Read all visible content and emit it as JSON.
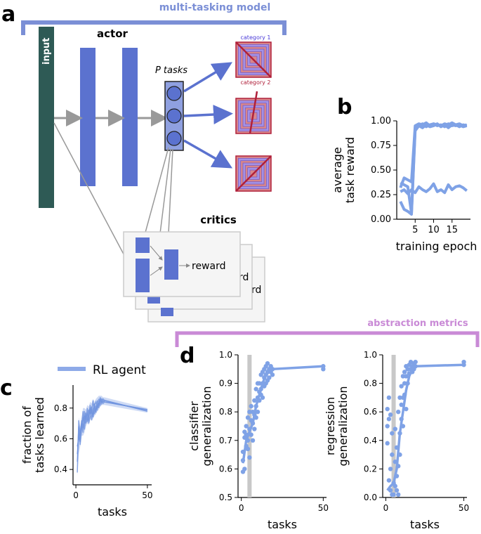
{
  "panel_labels": {
    "a": "a",
    "b": "b",
    "c": "c",
    "d": "d"
  },
  "schematic": {
    "bracket_title": "multi-tasking model",
    "input_label": "input",
    "actor_label": "actor",
    "tasks_label": "P tasks",
    "category1": "category 1",
    "category2": "category 2",
    "critics_label": "critics",
    "reward_label": "reward",
    "reward_shadow_1": "rd",
    "reward_shadow_2": "rd",
    "colors": {
      "blue": "#5b72cf",
      "input": "#2e5a55",
      "bracket": "#7b8fd6",
      "abstraction": "#c98ad6",
      "red": "#b0203a"
    }
  },
  "abstraction_title": "abstraction metrics",
  "chart_data": [
    {
      "id": "b",
      "type": "line",
      "xlabel": "training epoch",
      "ylabel": "average\ntask reward",
      "xticks": [
        5,
        10,
        15
      ],
      "yticks": [
        "0.00",
        "0.25",
        "0.50",
        "0.75",
        "1.00"
      ],
      "xlim": [
        0,
        20
      ],
      "ylim": [
        0,
        1
      ],
      "series": [
        {
          "values": [
            0.32,
            0.42,
            0.4,
            0.38,
            0.95,
            0.97,
            0.96,
            0.98,
            0.95,
            0.97,
            0.96,
            0.95,
            0.97,
            0.96,
            0.98,
            0.96,
            0.97,
            0.95,
            0.96
          ]
        },
        {
          "values": [
            0.37,
            0.35,
            0.33,
            0.06,
            0.93,
            0.95,
            0.97,
            0.94,
            0.96,
            0.97,
            0.95,
            0.96,
            0.94,
            0.97,
            0.95,
            0.96,
            0.94,
            0.96,
            0.95
          ]
        },
        {
          "values": [
            0.18,
            0.1,
            0.08,
            0.05,
            0.9,
            0.95,
            0.93,
            0.96,
            0.94,
            0.95,
            0.97,
            0.94,
            0.96,
            0.93,
            0.96,
            0.95,
            0.96,
            0.94,
            0.95
          ]
        },
        {
          "values": [
            0.28,
            0.3,
            0.26,
            0.3,
            0.27,
            0.33,
            0.3,
            0.28,
            0.31,
            0.36,
            0.28,
            0.3,
            0.27,
            0.35,
            0.3,
            0.33,
            0.34,
            0.32,
            0.29
          ]
        }
      ]
    },
    {
      "id": "c",
      "type": "line",
      "xlabel": "tasks",
      "ylabel": "fraction of\ntasks learned",
      "legend": "RL agent",
      "xticks": [
        0,
        50
      ],
      "yticks": [
        "0.4",
        "0.6",
        "0.8"
      ],
      "xlim": [
        -2,
        53
      ],
      "ylim": [
        0.3,
        0.95
      ],
      "x": [
        1,
        2,
        3,
        4,
        5,
        6,
        7,
        8,
        9,
        10,
        11,
        12,
        13,
        14,
        15,
        16,
        17,
        18,
        19,
        20,
        50
      ],
      "series": [
        {
          "values": [
            0.5,
            0.62,
            0.58,
            0.72,
            0.67,
            0.75,
            0.7,
            0.73,
            0.79,
            0.76,
            0.81,
            0.74,
            0.8,
            0.78,
            0.82,
            0.83,
            0.84,
            0.86,
            0.85,
            0.84,
            0.79
          ]
        },
        {
          "values": [
            0.45,
            0.68,
            0.56,
            0.66,
            0.74,
            0.7,
            0.77,
            0.71,
            0.75,
            0.82,
            0.72,
            0.79,
            0.83,
            0.77,
            0.85,
            0.8,
            0.87,
            0.83,
            0.86,
            0.85,
            0.78
          ]
        },
        {
          "values": [
            0.55,
            0.6,
            0.65,
            0.7,
            0.64,
            0.78,
            0.72,
            0.8,
            0.7,
            0.74,
            0.78,
            0.85,
            0.76,
            0.81,
            0.79,
            0.86,
            0.82,
            0.85,
            0.83,
            0.84,
            0.79
          ]
        },
        {
          "values": [
            0.38,
            0.72,
            0.62,
            0.68,
            0.78,
            0.66,
            0.74,
            0.76,
            0.72,
            0.8,
            0.77,
            0.75,
            0.82,
            0.84,
            0.8,
            0.82,
            0.86,
            0.84,
            0.84,
            0.85,
            0.78
          ]
        }
      ],
      "band": {
        "lower": [
          0.36,
          0.5,
          0.55,
          0.62,
          0.62,
          0.64,
          0.68,
          0.7,
          0.69,
          0.73,
          0.72,
          0.73,
          0.75,
          0.76,
          0.78,
          0.79,
          0.81,
          0.82,
          0.82,
          0.82,
          0.77
        ],
        "upper": [
          0.56,
          0.74,
          0.68,
          0.74,
          0.8,
          0.8,
          0.79,
          0.82,
          0.81,
          0.84,
          0.83,
          0.86,
          0.84,
          0.86,
          0.87,
          0.88,
          0.88,
          0.88,
          0.87,
          0.87,
          0.8
        ]
      }
    },
    {
      "id": "d1",
      "type": "scatter",
      "xlabel": "tasks",
      "ylabel": "classifier\ngeneralization",
      "xticks": [
        0,
        50
      ],
      "yticks": [
        "0.5",
        "0.6",
        "0.7",
        "0.8",
        "0.9",
        "1.0"
      ],
      "xlim": [
        -2,
        52
      ],
      "ylim": [
        0.5,
        1.0
      ],
      "vline": 5,
      "trend": {
        "x": [
          1,
          3,
          5,
          7,
          9,
          11,
          13,
          15,
          17,
          19,
          50
        ],
        "y": [
          0.62,
          0.7,
          0.73,
          0.76,
          0.82,
          0.86,
          0.9,
          0.93,
          0.94,
          0.95,
          0.96
        ]
      },
      "points": [
        [
          1,
          0.59
        ],
        [
          1,
          0.63
        ],
        [
          1,
          0.66
        ],
        [
          2,
          0.71
        ],
        [
          2,
          0.6
        ],
        [
          2,
          0.73
        ],
        [
          3,
          0.68
        ],
        [
          3,
          0.75
        ],
        [
          3,
          0.72
        ],
        [
          4,
          0.7
        ],
        [
          4,
          0.78
        ],
        [
          4,
          0.67
        ],
        [
          5,
          0.74
        ],
        [
          5,
          0.8
        ],
        [
          5,
          0.64
        ],
        [
          6,
          0.72
        ],
        [
          6,
          0.77
        ],
        [
          6,
          0.82
        ],
        [
          7,
          0.76
        ],
        [
          7,
          0.7
        ],
        [
          7,
          0.8
        ],
        [
          8,
          0.79
        ],
        [
          8,
          0.84
        ],
        [
          8,
          0.74
        ],
        [
          9,
          0.82
        ],
        [
          9,
          0.78
        ],
        [
          9,
          0.88
        ],
        [
          10,
          0.85
        ],
        [
          10,
          0.8
        ],
        [
          10,
          0.9
        ],
        [
          11,
          0.84
        ],
        [
          11,
          0.9
        ],
        [
          11,
          0.87
        ],
        [
          12,
          0.88
        ],
        [
          12,
          0.93
        ],
        [
          12,
          0.86
        ],
        [
          13,
          0.9
        ],
        [
          13,
          0.94
        ],
        [
          13,
          0.85
        ],
        [
          14,
          0.92
        ],
        [
          14,
          0.89
        ],
        [
          14,
          0.95
        ],
        [
          15,
          0.93
        ],
        [
          15,
          0.96
        ],
        [
          15,
          0.9
        ],
        [
          16,
          0.94
        ],
        [
          16,
          0.91
        ],
        [
          16,
          0.97
        ],
        [
          17,
          0.95
        ],
        [
          17,
          0.92
        ],
        [
          18,
          0.96
        ],
        [
          18,
          0.94
        ],
        [
          19,
          0.95
        ],
        [
          19,
          0.93
        ],
        [
          50,
          0.95
        ],
        [
          50,
          0.96
        ]
      ]
    },
    {
      "id": "d2",
      "type": "scatter",
      "xlabel": "tasks",
      "ylabel": "regression\ngeneralization",
      "xticks": [
        0,
        50
      ],
      "yticks": [
        "0.0",
        "0.2",
        "0.4",
        "0.6",
        "0.8",
        "1.0"
      ],
      "xlim": [
        -2,
        52
      ],
      "ylim": [
        0.0,
        1.0
      ],
      "vline": 5,
      "trend": {
        "x": [
          1,
          3,
          5,
          7,
          9,
          11,
          13,
          15,
          17,
          19,
          50
        ],
        "y": [
          0.05,
          0.08,
          0.1,
          0.2,
          0.45,
          0.6,
          0.75,
          0.85,
          0.9,
          0.92,
          0.93
        ]
      },
      "points": [
        [
          1,
          0.5
        ],
        [
          1,
          0.62
        ],
        [
          1,
          0.38
        ],
        [
          2,
          0.55
        ],
        [
          2,
          0.12
        ],
        [
          2,
          0.7
        ],
        [
          3,
          0.2
        ],
        [
          3,
          0.05
        ],
        [
          3,
          0.58
        ],
        [
          4,
          0.02
        ],
        [
          4,
          0.3
        ],
        [
          4,
          0.45
        ],
        [
          5,
          0.1
        ],
        [
          5,
          0.02
        ],
        [
          6,
          0.08
        ],
        [
          6,
          0.25
        ],
        [
          6,
          0.48
        ],
        [
          7,
          0.15
        ],
        [
          7,
          0.35
        ],
        [
          7,
          0.05
        ],
        [
          8,
          0.6
        ],
        [
          8,
          0.22
        ],
        [
          8,
          0.02
        ],
        [
          9,
          0.45
        ],
        [
          9,
          0.7
        ],
        [
          9,
          0.3
        ],
        [
          10,
          0.55
        ],
        [
          10,
          0.78
        ],
        [
          10,
          0.65
        ],
        [
          11,
          0.7
        ],
        [
          11,
          0.85
        ],
        [
          11,
          0.5
        ],
        [
          12,
          0.8
        ],
        [
          12,
          0.72
        ],
        [
          12,
          0.88
        ],
        [
          13,
          0.85
        ],
        [
          13,
          0.62
        ],
        [
          13,
          0.92
        ],
        [
          14,
          0.9
        ],
        [
          14,
          0.8
        ],
        [
          15,
          0.93
        ],
        [
          15,
          0.87
        ],
        [
          16,
          0.9
        ],
        [
          16,
          0.95
        ],
        [
          17,
          0.92
        ],
        [
          17,
          0.88
        ],
        [
          18,
          0.94
        ],
        [
          18,
          0.9
        ],
        [
          19,
          0.95
        ],
        [
          19,
          0.92
        ],
        [
          50,
          0.93
        ],
        [
          50,
          0.95
        ]
      ]
    }
  ]
}
